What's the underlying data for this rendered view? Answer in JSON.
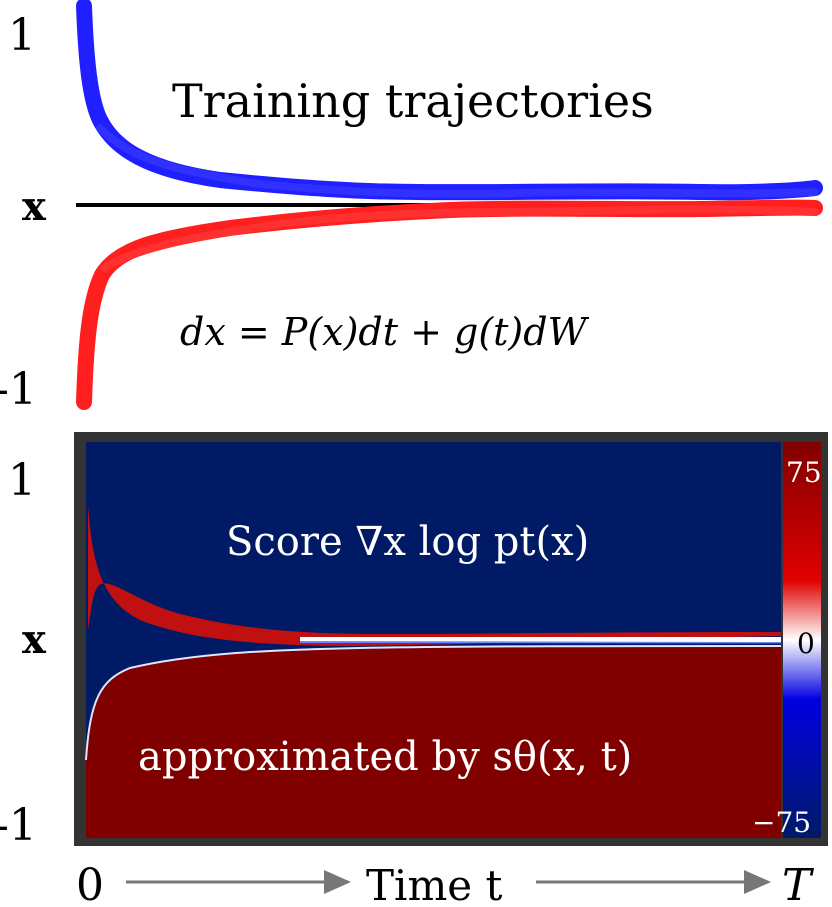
{
  "top_panel": {
    "title": "Training trajectories",
    "equation": "dx = P(x)dt + g(t)dW",
    "y_labels": {
      "top": "1",
      "middle": "x",
      "bottom": "-1"
    },
    "trajectory_colors": {
      "upper": "#1f1fff",
      "lower": "#ff1f1f",
      "target_line": "#000000"
    }
  },
  "bottom_panel": {
    "title": "Score ∇x log pt(x)",
    "subtitle": "approximated by sθ(x, t)",
    "y_labels": {
      "top": "1",
      "middle": "x",
      "bottom": "-1"
    },
    "heatmap_colors": {
      "negative": "#001a66",
      "zero": "#ffffff",
      "positive": "#800000"
    },
    "colorbar": {
      "max": "75",
      "mid": "0",
      "min": "−75"
    }
  },
  "x_axis": {
    "start": "0",
    "label": "Time t",
    "end": "T"
  }
}
